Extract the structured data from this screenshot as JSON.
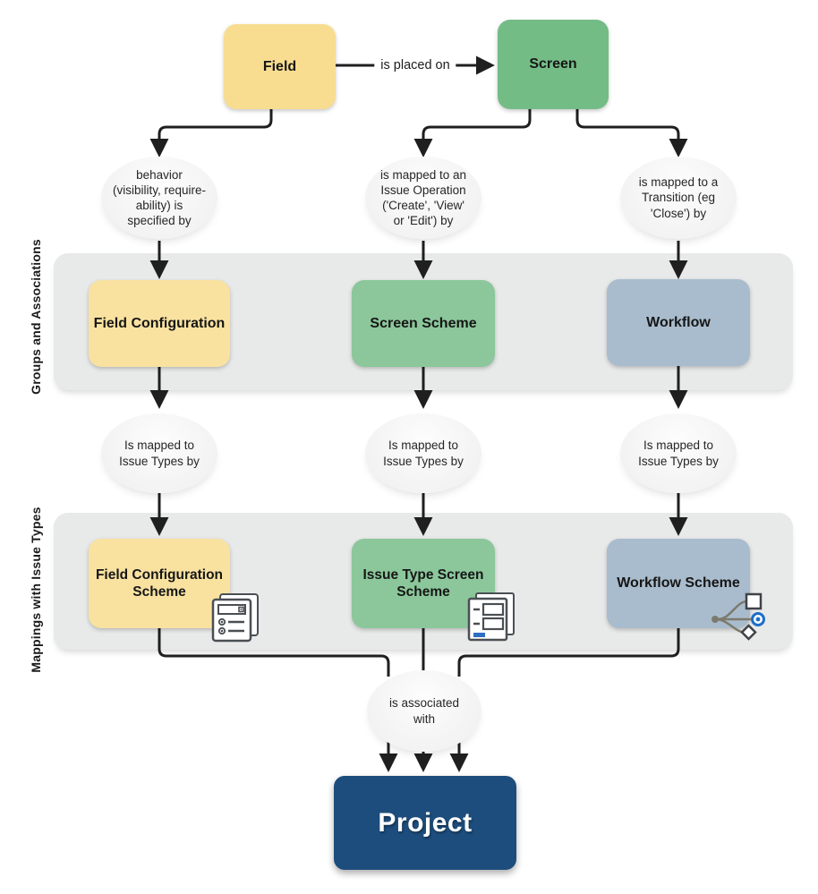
{
  "nodes": {
    "field": {
      "label": "Field"
    },
    "screen": {
      "label": "Screen"
    },
    "field_configuration": {
      "label": "Field Configuration"
    },
    "screen_scheme": {
      "label": "Screen Scheme"
    },
    "workflow": {
      "label": "Workflow"
    },
    "field_configuration_scheme": {
      "label": "Field Configuration\nScheme"
    },
    "issue_type_screen_scheme": {
      "label": "Issue Type Screen\nScheme"
    },
    "workflow_scheme": {
      "label": "Workflow Scheme"
    },
    "project": {
      "label": "Project"
    }
  },
  "connectors": {
    "is_placed_on": "is placed on",
    "field_behavior": "behavior\n(visibility, require-\nability) is\nspecified by",
    "screen_issue_operation": "is mapped to an\nIssue Operation\n('Create', 'View'\nor 'Edit') by",
    "screen_transition": "is mapped to a\nTransition (eg\n'Close') by",
    "is_mapped_to_issue_types": "Is mapped to\nIssue Types by",
    "is_associated_with": "is associated\nwith"
  },
  "bands": {
    "groups": {
      "label": "Groups and Associations"
    },
    "mappings": {
      "label": "Mappings with Issue Types"
    }
  },
  "icons": {
    "field_configuration_scheme": "checklist-pages-icon",
    "issue_type_screen_scheme": "form-pages-icon",
    "workflow_scheme": "workflow-branch-icon"
  },
  "colors": {
    "yellow": "#f8dd90",
    "yellow_light": "#f9e2a0",
    "green": "#74bc86",
    "green_light": "#8bc79a",
    "blue_gray": "#a9bccd",
    "navy": "#1d4d7c",
    "band_gray": "#e8e9e9",
    "line": "#1f1f1f",
    "icon_blue": "#1d6fc9"
  }
}
